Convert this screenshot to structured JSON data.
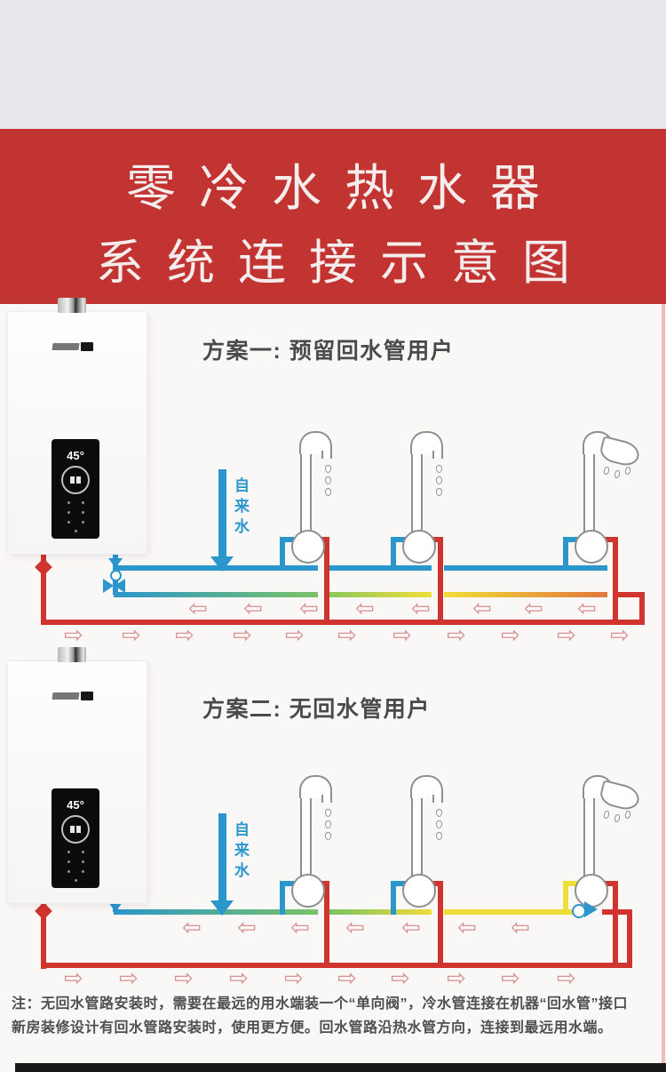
{
  "banner": {
    "title_line1": "零冷水热水器",
    "title_line2": "系统连接示意图",
    "background_color": "#c23432",
    "text_color": "#f5ecec"
  },
  "heater": {
    "display_temperature": "45°"
  },
  "schemes": [
    {
      "title": "方案一: 预留回水管用户",
      "cold_water_label": "自来水"
    },
    {
      "title": "方案二: 无回水管用户",
      "cold_water_label": "自来水"
    }
  ],
  "note": {
    "line1": "注：无回水管路安装时，需要在最远的用水端装一个“单向阀”，冷水管连接在机器“回水管”接口",
    "line2": "新房装修设计有回水管路安装时，使用更方便。回水管路沿热水管方向，连接到最远用水端。"
  },
  "colors": {
    "cold_pipe": "#2b96cc",
    "hot_pipe": "#cf342e",
    "warm_green": "#7ac266",
    "warm_yellow": "#f0de38",
    "warm_orange": "#e2763a",
    "flow_arrow_outline": "#d89090",
    "fixture_outline": "#8f8f8f"
  },
  "icons": {
    "left_flow_arrow": "⇦",
    "right_flow_arrow": "⇨"
  }
}
